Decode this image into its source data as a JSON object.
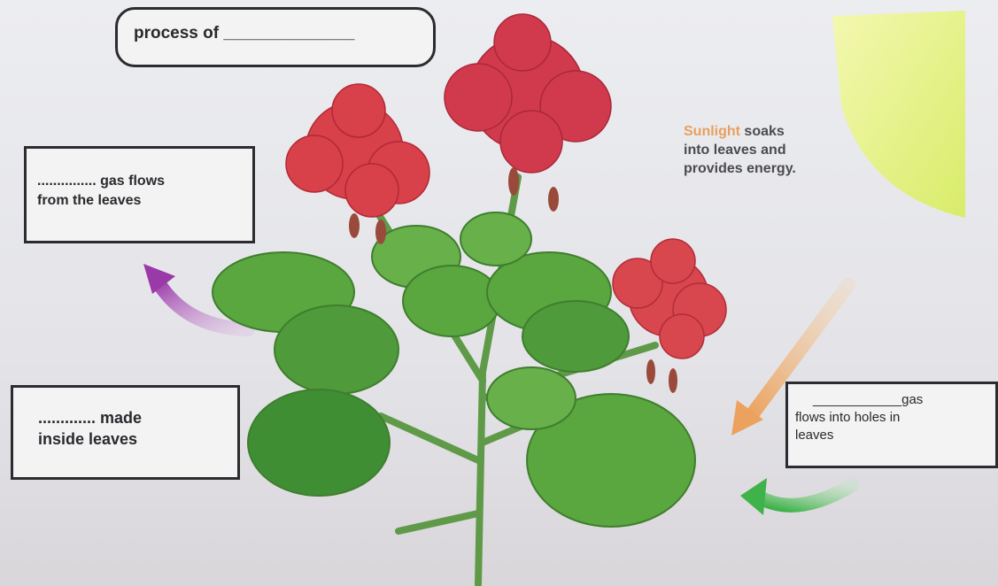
{
  "labels": {
    "process": "process of ______________",
    "gas_out_line1": "............... gas flows",
    "gas_out_line2": "from the leaves",
    "made_line1": "............. made",
    "made_line2": "inside leaves",
    "gas_in_line1": "____________gas",
    "gas_in_line2": "flows into holes in",
    "gas_in_line3": "leaves",
    "sun_word": "Sunlight",
    "sun_line1_rest": " soaks",
    "sun_line2": "into leaves and",
    "sun_line3": "provides energy."
  },
  "colors": {
    "sun": "#e6f27a",
    "arrow_out": "#a040a8",
    "arrow_light": "#eca25e",
    "arrow_in": "#3fb24a",
    "petal": "#d8404a",
    "leaf": "#4f9a3a"
  }
}
